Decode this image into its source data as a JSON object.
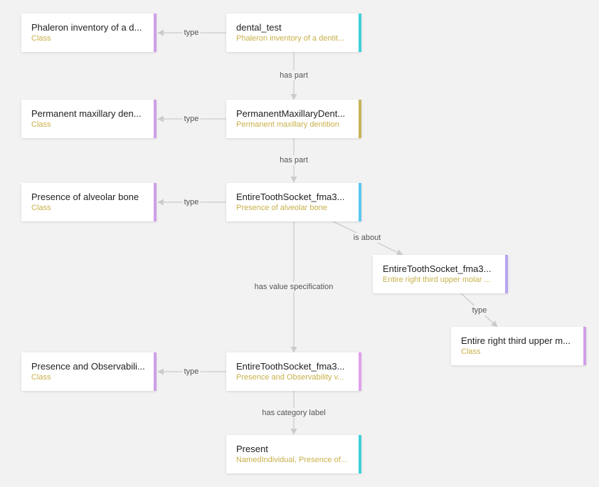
{
  "nodes": {
    "n1": {
      "title": "Phaleron inventory of a d...",
      "sub": "Class"
    },
    "n2": {
      "title": "dental_test",
      "sub": "Phaleron inventory of a dentit..."
    },
    "n3": {
      "title": "Permanent maxillary den...",
      "sub": "Class"
    },
    "n4": {
      "title": "PermanentMaxillaryDent...",
      "sub": "Permanent maxillary dentition"
    },
    "n5": {
      "title": "Presence of alveolar bone",
      "sub": "Class"
    },
    "n6": {
      "title": "EntireToothSocket_fma3...",
      "sub": "Presence of alveolar bone"
    },
    "n7": {
      "title": "EntireToothSocket_fma3...",
      "sub": "Entire right third upper molar ..."
    },
    "n8": {
      "title": "Entire right third upper m...",
      "sub": "Class"
    },
    "n9": {
      "title": "Presence and Observabili...",
      "sub": "Class"
    },
    "n10": {
      "title": "EntireToothSocket_fma3...",
      "sub": "Presence and Observability v..."
    },
    "n11": {
      "title": "Present",
      "sub": "NamedIndividual, Presence of..."
    }
  },
  "edges": {
    "e1": "type",
    "e2": "has part",
    "e3": "type",
    "e4": "has part",
    "e5": "type",
    "e6": "is about",
    "e7": "type",
    "e8": "has value specification",
    "e9": "type",
    "e10": "has category label"
  },
  "colors": {
    "edge": "#cccccc",
    "subtitle": "#c8b04a",
    "class_bar": "#cf9fe8",
    "individual_bar": "#3fd0d8"
  }
}
